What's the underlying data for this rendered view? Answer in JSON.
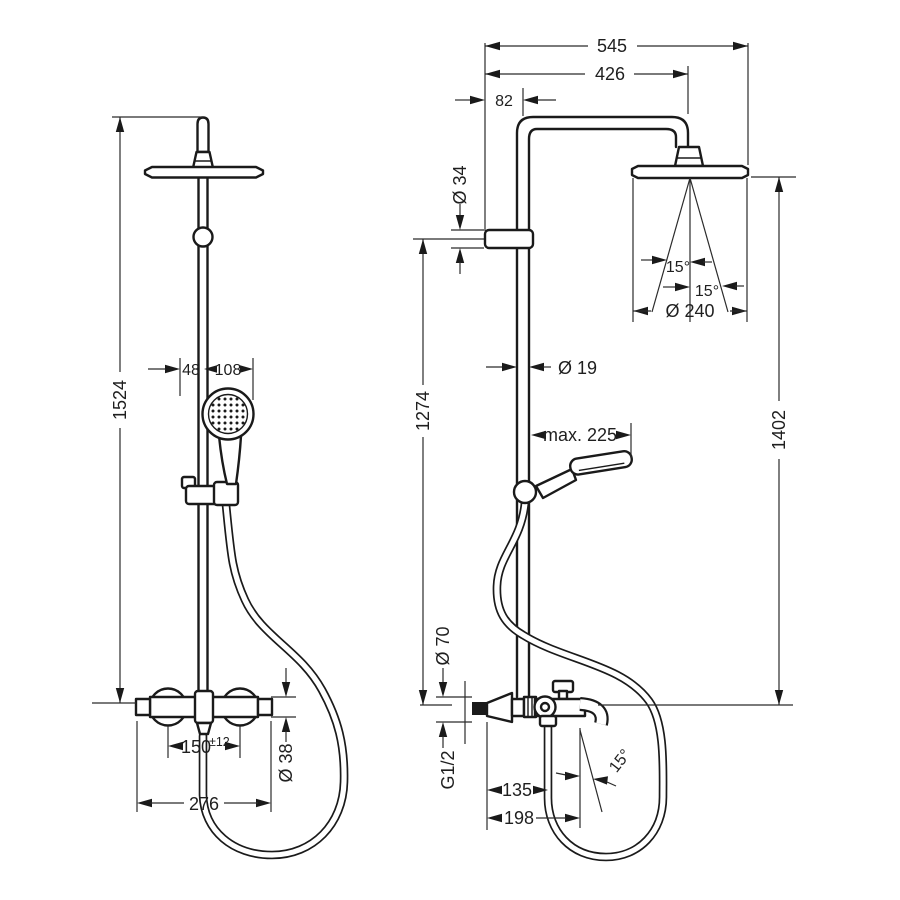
{
  "diagram": {
    "left_view": {
      "total_height": "1524",
      "hand_shower_offset": "48",
      "hand_shower_diameter": "108",
      "connection_distance": "150",
      "connection_tolerance": "±12",
      "valve_width": "276",
      "valve_diameter": "Ø 38"
    },
    "right_view": {
      "overall_width": "545",
      "arm_projection": "426",
      "wall_to_riser": "82",
      "bracket_diameter": "Ø 34",
      "spray_angle_left": "15°",
      "spray_angle_right": "15°",
      "head_diameter": "Ø 240",
      "riser_diameter": "Ø 19",
      "hand_shower_reach": "max. 225",
      "riser_height": "1274",
      "overall_height": "1402",
      "escutcheon_diameter": "Ø 70",
      "connection_thread": "G1/2",
      "hose_offset": "135",
      "spout_reach": "198",
      "spout_angle": "15°"
    }
  },
  "colors": {
    "line": "#1a1a1a",
    "dim": "#2b2b2b",
    "text": "#1f1f1f",
    "background": "#ffffff"
  }
}
